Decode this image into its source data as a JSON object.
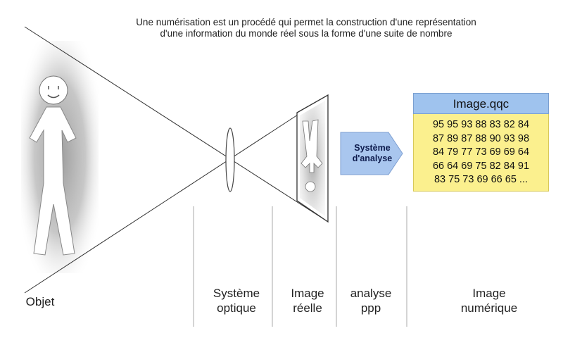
{
  "caption": {
    "line1": "Une numérisation est un procédé qui permet la construction d'une représentation",
    "line2": "d'une information du monde réel sous la forme d'une suite de nombre"
  },
  "labels": {
    "objet": "Objet",
    "systeme_line1": "Système",
    "systeme_line2": "optique",
    "image_line1": "Image",
    "image_line2": "réelle",
    "analyse_line1": "analyse",
    "analyse_line2": "ppp",
    "numerique_line1": "Image",
    "numerique_line2": "numérique"
  },
  "analysis_arrow": {
    "line1": "Système",
    "line2": "d'analyse"
  },
  "digital_image": {
    "title": "Image.qqc",
    "rows": [
      "95 95 93 88 83 82 84",
      "87 89 87 88 90 93 98",
      "84 79 77 73 69 69 64",
      "66 64 69 75 82 84 91",
      "83 75 73 69 66 65 ..."
    ]
  },
  "colors": {
    "arrow_fill": "#a9c6ee",
    "title_fill": "#9fc3ee",
    "data_fill": "#fbf08e"
  }
}
